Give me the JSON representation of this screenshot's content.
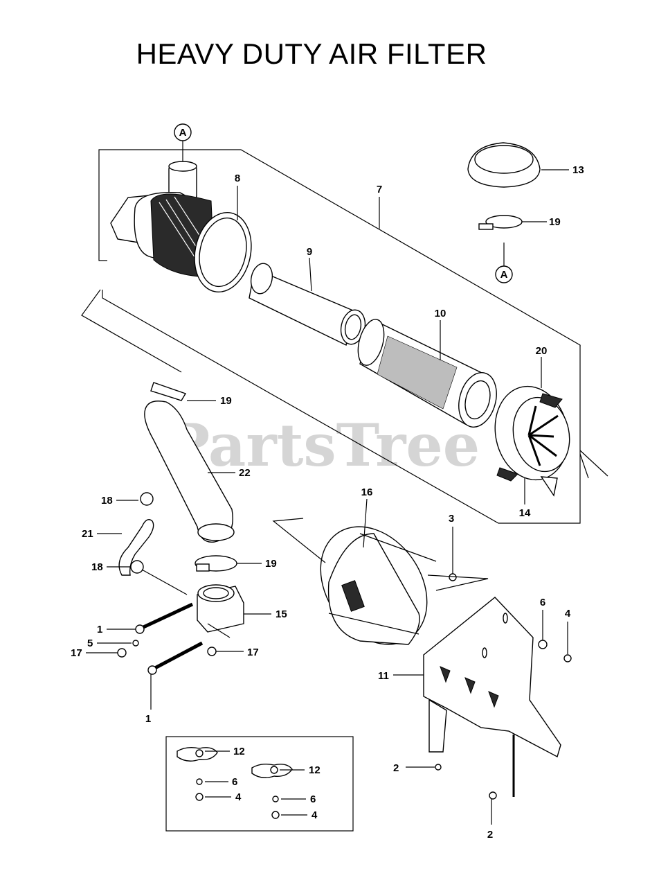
{
  "title": "HEAVY DUTY AIR FILTER",
  "watermark": "PartsTree",
  "ref_letter": "A",
  "part_labels": {
    "p1a": "1",
    "p1b": "1",
    "p2a": "2",
    "p2b": "2",
    "p3": "3",
    "p4a": "4",
    "p4b": "4",
    "p4c": "4",
    "p5": "5",
    "p6a": "6",
    "p6b": "6",
    "p6c": "6",
    "p7": "7",
    "p8": "8",
    "p9": "9",
    "p10": "10",
    "p11": "11",
    "p12a": "12",
    "p12b": "12",
    "p13": "13",
    "p14": "14",
    "p15": "15",
    "p16": "16",
    "p17a": "17",
    "p17b": "17",
    "p18a": "18",
    "p18b": "18",
    "p19a": "19",
    "p19b": "19",
    "p19c": "19",
    "p20": "20",
    "p21": "21",
    "p22": "22"
  }
}
